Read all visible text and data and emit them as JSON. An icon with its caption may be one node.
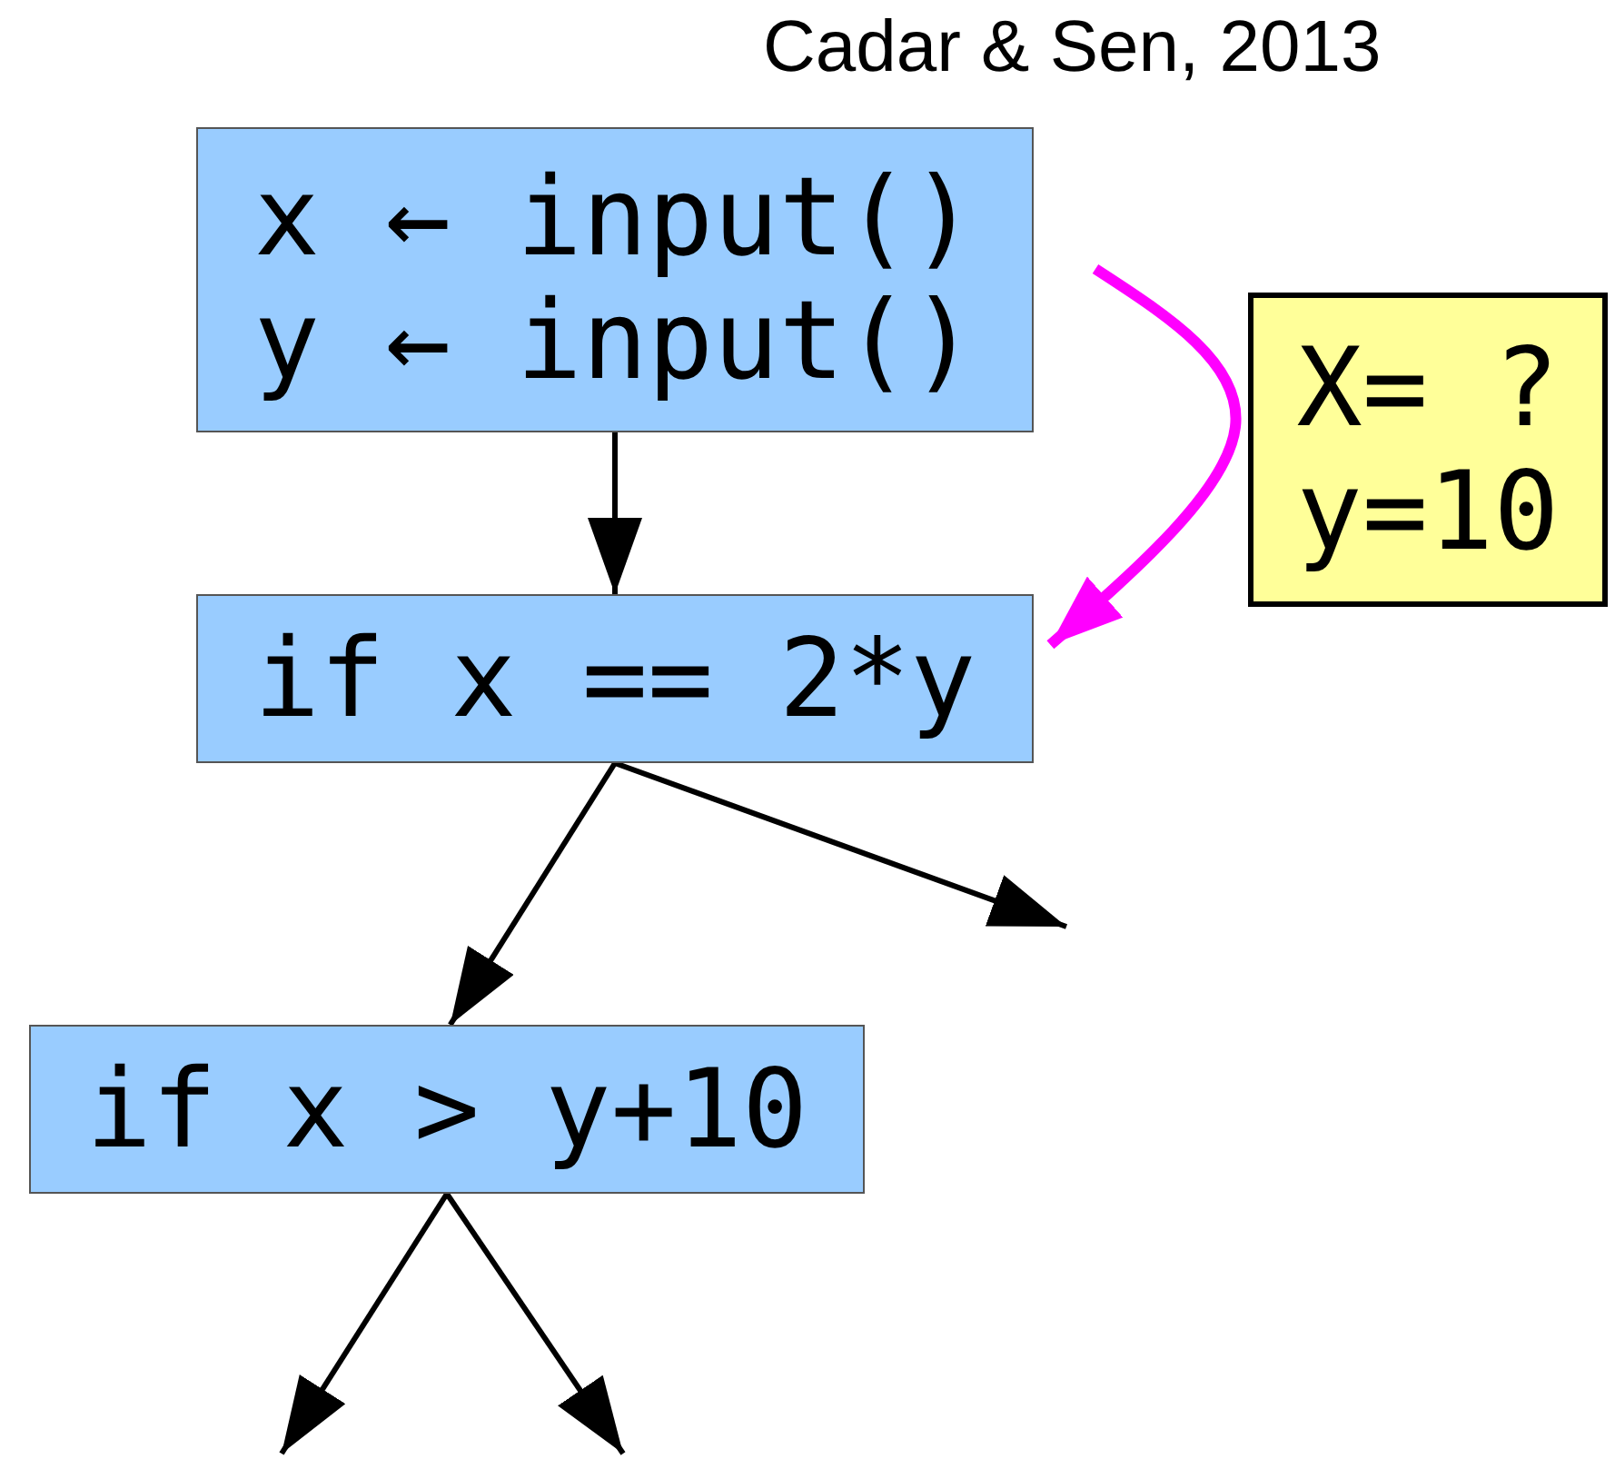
{
  "diagram": {
    "nodes": [
      {
        "text": [
          "x ← input()",
          "y ← input()"
        ]
      },
      {
        "text": [
          "if x == 2*y"
        ]
      },
      {
        "text": [
          "if x > y+10"
        ]
      },
      {
        "text": [
          "X= ?",
          "y=10"
        ]
      }
    ],
    "edges": [
      {
        "from": 0,
        "to": 1,
        "arrow": "to"
      },
      {
        "from": 1,
        "to": 2,
        "arrow": "to"
      },
      {
        "from": 1,
        "to": null,
        "arrow": "to"
      },
      {
        "from": 2,
        "to": null,
        "arrow": "to"
      },
      {
        "from": 2,
        "to": null,
        "arrow": "to"
      },
      {
        "from": null,
        "to": 1,
        "arrow": "to",
        "style": "thick",
        "color": "#ff00ff"
      }
    ],
    "labels": [
      "Cadar & Sen, 2013"
    ]
  }
}
